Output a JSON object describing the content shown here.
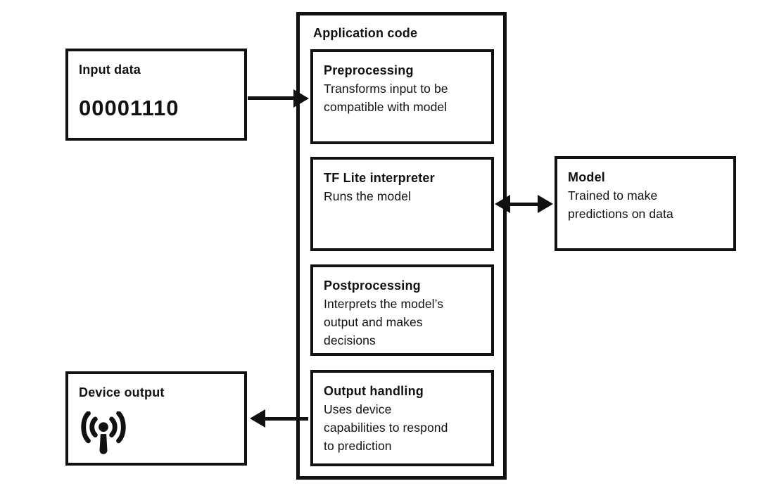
{
  "colors": {
    "stroke": "#111111",
    "background": "#ffffff"
  },
  "input_box": {
    "title": "Input data",
    "value": "00001110"
  },
  "application": {
    "title": "Application code",
    "steps": [
      {
        "title": "Preprocessing",
        "desc": "Transforms input to be\ncompatible with model"
      },
      {
        "title": "TF Lite interpreter",
        "desc": "Runs the model"
      },
      {
        "title": "Postprocessing",
        "desc": "Interprets the model’s\noutput and makes\ndecisions"
      },
      {
        "title": "Output handling",
        "desc": "Uses device\ncapabilities to respond\nto prediction"
      }
    ]
  },
  "model_box": {
    "title": "Model",
    "desc": "Trained to make\npredictions on data"
  },
  "device_box": {
    "title": "Device output",
    "icon": "broadcast-signal-icon"
  },
  "arrows": {
    "input_to_app": "input-data-to-preprocessing",
    "interpreter_model": "tflite-interpreter-to-model-bidirectional",
    "output_to_device": "output-handling-to-device-output"
  }
}
